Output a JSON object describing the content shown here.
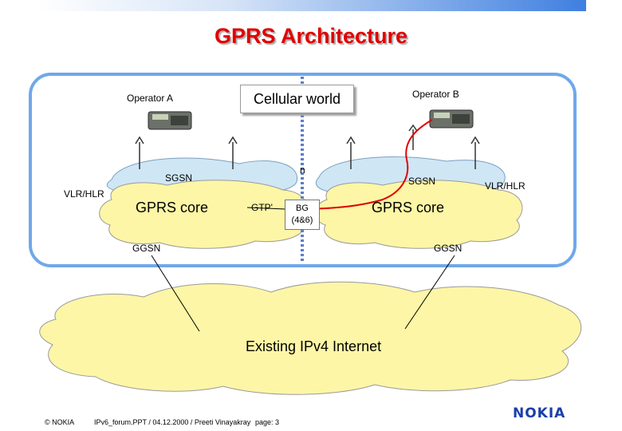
{
  "title": "GPRS Architecture",
  "labels": {
    "operator_a": "Operator A",
    "operator_b": "Operator B",
    "cellular_world": "Cellular world",
    "gn": "n",
    "sgsn_left": "SGSN",
    "sgsn_right": "SGSN",
    "vlr_hlr_left": "VLR/HLR",
    "vlr_hlr_right": "VLR/HLR",
    "gprs_core_left": "GPRS core",
    "gprs_core_right": "GPRS core",
    "gtp": "GTP'",
    "bg_line1": "BG",
    "bg_line2": "(4&6)",
    "ggsn_left": "GGSN",
    "ggsn_right": "GGSN",
    "internet": "Existing IPv4 Internet"
  },
  "footer": {
    "copyright": "© NOKIA",
    "info": "IPv6_forum.PPT / 04.12.2000 / Preeti Vinayakray",
    "page": "page: 3"
  },
  "logo_text": "NOKIA",
  "colors": {
    "title": "#e00000",
    "frame": "#6fa8ea",
    "cloud_blue": "#cfe6f5",
    "cloud_yellow": "#fdf6a6",
    "route": "#e00000",
    "logo": "#1a3fa8"
  }
}
